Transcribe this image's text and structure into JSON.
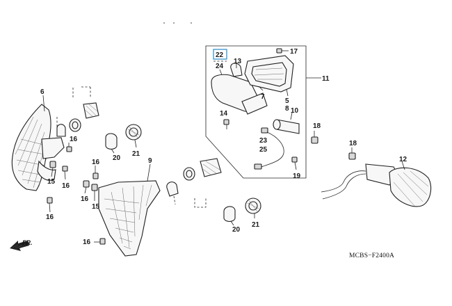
{
  "diagram": {
    "code": "MCBS−F2400A",
    "direction_label": "FR.",
    "callouts": {
      "c6": "6",
      "c16a": "16",
      "c15a": "15",
      "c16b": "16",
      "c16c": "16",
      "c20a": "20",
      "c21a": "21",
      "c9": "9",
      "c16d": "16",
      "c16e": "16",
      "c15b": "15",
      "c16f": "16",
      "c20b": "20",
      "c21b": "21",
      "c22": "22",
      "c24": "24",
      "c13": "13",
      "c17": "17",
      "c11": "11",
      "c7": "7",
      "c5": "5",
      "c8": "8",
      "c10": "10",
      "c14": "14",
      "c18a": "18",
      "c23": "23",
      "c25": "25",
      "c19": "19",
      "c18b": "18",
      "c12": "12"
    }
  }
}
